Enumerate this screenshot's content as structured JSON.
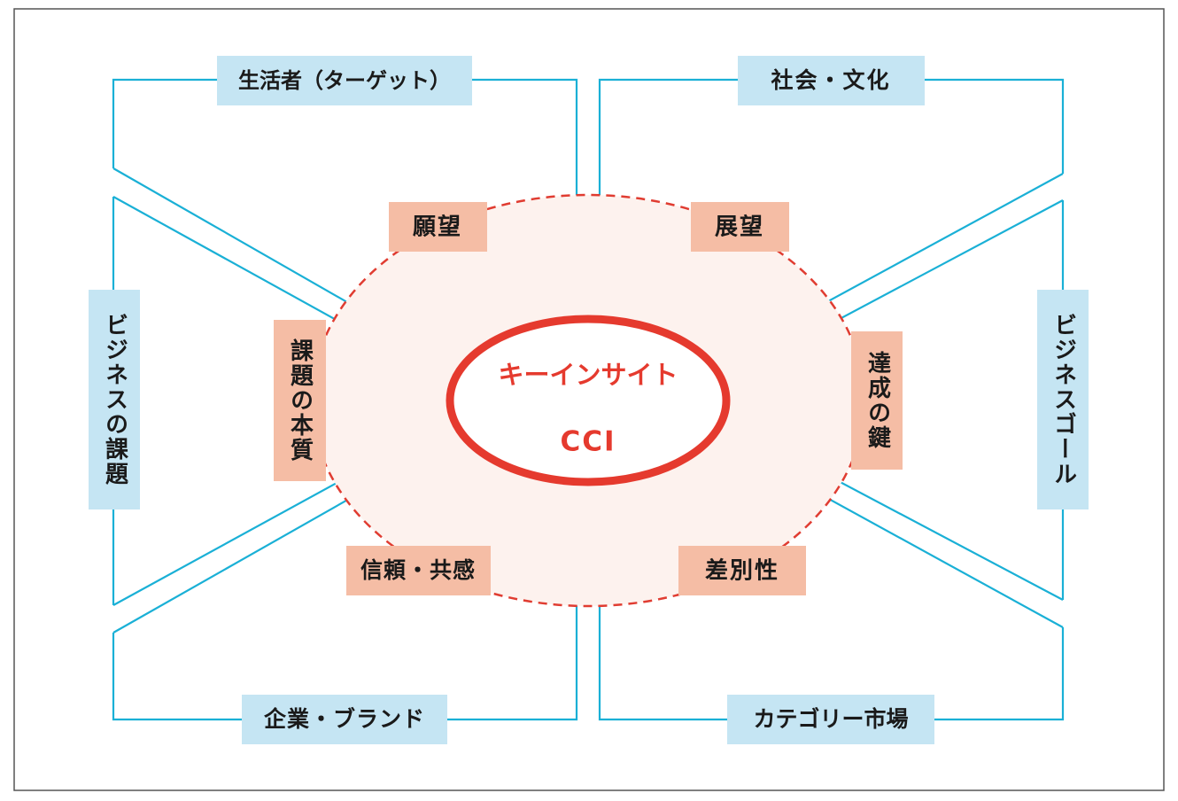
{
  "colors": {
    "line": "#1ab0d6",
    "outer_box": "#c5e5f3",
    "inner_box": "#f5bda5",
    "accent_red": "#e53a2e",
    "halo_fill": "#fdf2ee"
  },
  "outer_labels": {
    "top_left": "生活者（ターゲット）",
    "top_right": "社会・文化",
    "left": "ビジネスの課題",
    "right": "ビジネスゴール",
    "bottom_left": "企業・ブランド",
    "bottom_right": "カテゴリー市場"
  },
  "inner_labels": {
    "top_left": "願望",
    "top_right": "展望",
    "left": "課題の本質",
    "right": "達成の鍵",
    "bottom_left": "信頼・共感",
    "bottom_right": "差別性"
  },
  "center": {
    "line1": "キーインサイト",
    "line2": "CCI"
  }
}
